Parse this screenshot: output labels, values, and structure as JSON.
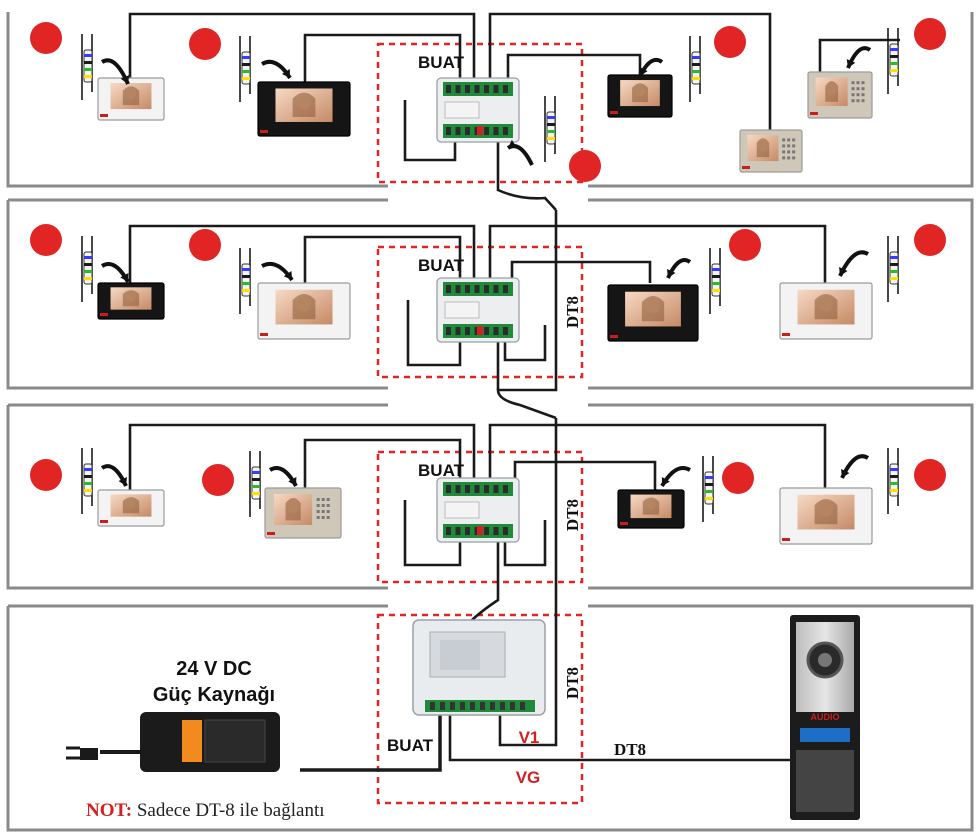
{
  "labels": {
    "buat": "BUAT",
    "dt8": "DT8",
    "v1": "V1",
    "vg": "VG",
    "psu_line1": "24 V DC",
    "psu_line2": "Güç Kaynağı",
    "brand": "AUDIO",
    "note_prefix": "NOT:",
    "note_text": " Sadece DT-8 ile bağlantı"
  },
  "colors": {
    "marker": "#e12525",
    "dashed_box": "#e12525",
    "v_label": "#d32020",
    "floor_border": "#8a8a8a",
    "cable": "#1a1a1a",
    "psu_label": "#f28a1e"
  },
  "floors": [
    {
      "monitors": [
        {
          "style": "white-small"
        },
        {
          "style": "black-large"
        },
        {
          "style": "black-small"
        },
        {
          "style": "keypad-silver"
        },
        {
          "style": "keypad-silver"
        }
      ]
    },
    {
      "monitors": [
        {
          "style": "black-small"
        },
        {
          "style": "white-large"
        },
        {
          "style": "black-large"
        },
        {
          "style": "white-large"
        }
      ]
    },
    {
      "monitors": [
        {
          "style": "white-small"
        },
        {
          "style": "keypad-silver"
        },
        {
          "style": "black-small"
        },
        {
          "style": "white-large"
        }
      ]
    }
  ],
  "components": {
    "distributor": "video-distributor",
    "supply_unit": "power-supply",
    "panel": "door-panel"
  }
}
